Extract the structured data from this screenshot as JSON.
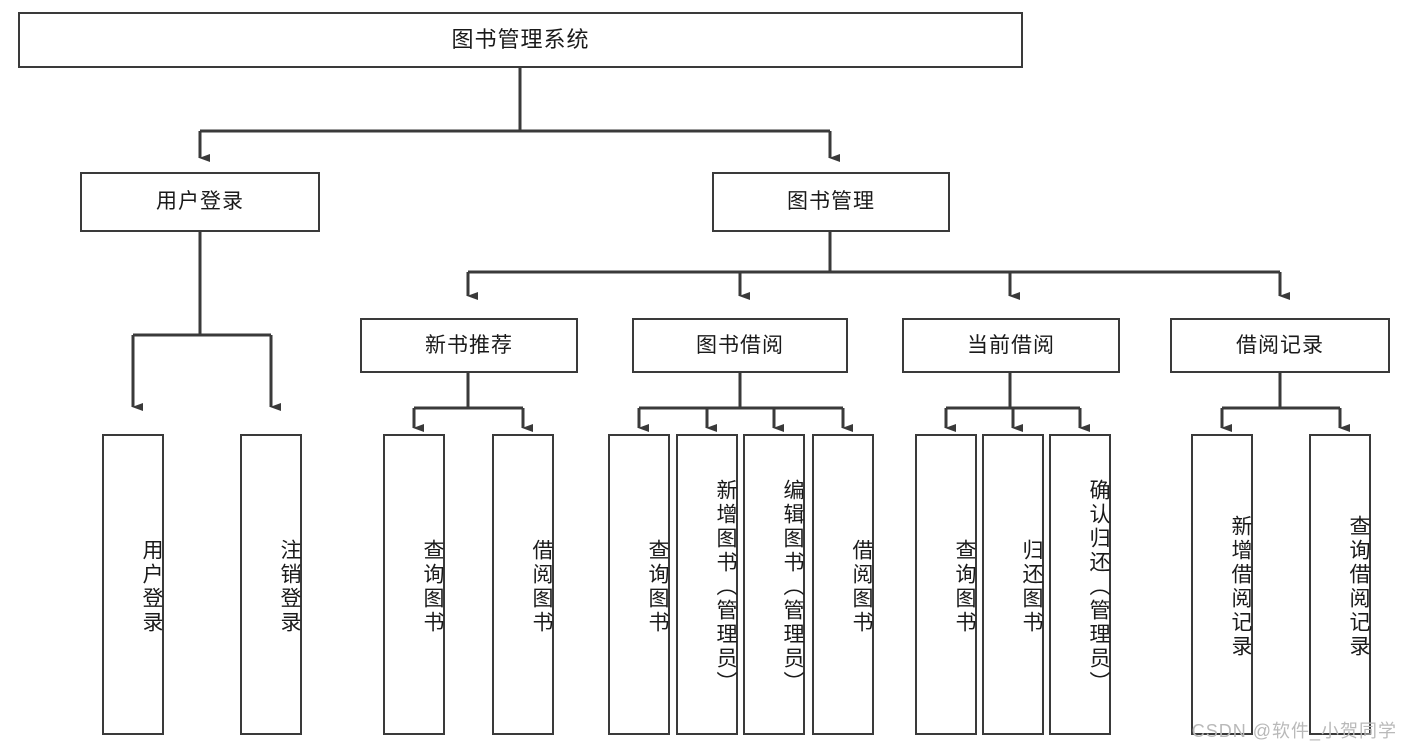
{
  "diagram": {
    "title": "图书管理系统",
    "type": "functional-decomposition-tree",
    "colors": {
      "border": "#3a3a3a",
      "background": "#ffffff",
      "text": "#1a1a1a",
      "connector": "#3a3a3a",
      "watermark": "#b9b9b9"
    },
    "levels": 4
  },
  "root": {
    "label": "图书管理系统"
  },
  "level2": [
    {
      "label": "用户登录"
    },
    {
      "label": "图书管理"
    }
  ],
  "level3": [
    {
      "label": "新书推荐"
    },
    {
      "label": "图书借阅"
    },
    {
      "label": "当前借阅"
    },
    {
      "label": "借阅记录"
    }
  ],
  "leaves": {
    "user_login": [
      {
        "label": "用户登录"
      },
      {
        "label": "注销登录"
      }
    ],
    "new_book_recommend": [
      {
        "label": "查询图书"
      },
      {
        "label": "借阅图书"
      }
    ],
    "book_borrow": [
      {
        "label": "查询图书"
      },
      {
        "label": "新增图书（管理员）"
      },
      {
        "label": "编辑图书（管理员）"
      },
      {
        "label": "借阅图书"
      }
    ],
    "current_borrow": [
      {
        "label": "查询图书"
      },
      {
        "label": "归还图书"
      },
      {
        "label": "确认归还（管理员）"
      }
    ],
    "borrow_record": [
      {
        "label": "新增借阅记录"
      },
      {
        "label": "查询借阅记录"
      }
    ]
  },
  "watermark": {
    "text": "CSDN @软件_小贺同学"
  }
}
